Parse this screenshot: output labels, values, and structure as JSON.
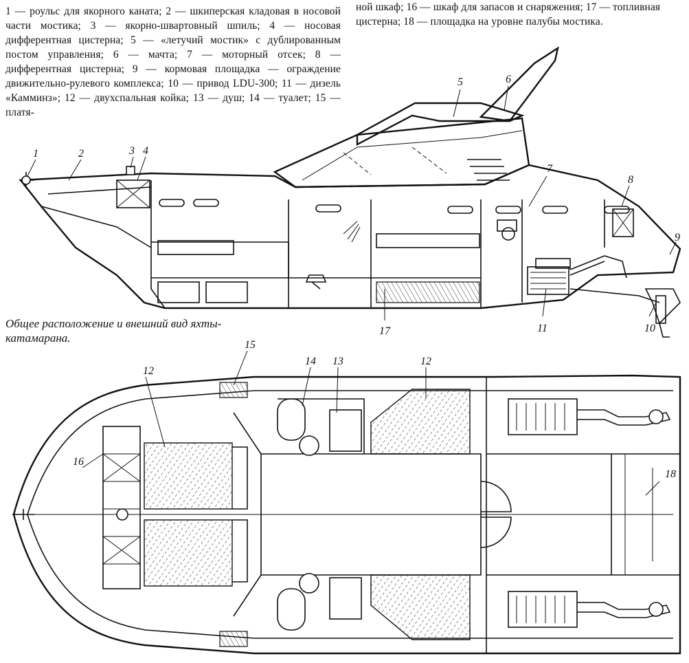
{
  "legend": {
    "left_text": "1 — роульс для якорного каната; 2 — шкиперская кладовая в носовой части мостика; 3 — якорно-швартовный шпиль; 4 — носовая дифферентная цистерна; 5 — «летучий мостик» с дублированным постом управления; 6 — мачта; 7 — моторный отсек; 8 — дифферентная цистерна; 9 — кормовая площадка — ограждение движительно-рулевого комплекса; 10 — привод LDU-300; 11 — дизель «Камминз»; 12 — двухспальная койка; 13 — душ; 14 — туалет; 15 — платя-",
    "right_text": "ной шкаф; 16 — шкаф для запасов и снаряжения; 17 — топливная цистерна; 18 — площадка на уровне палубы мостика."
  },
  "caption": "Общее расположение и внешний вид яхты-катамарана.",
  "callouts": {
    "c1": "1",
    "c2": "2",
    "c3": "3",
    "c4": "4",
    "c5": "5",
    "c6": "6",
    "c7": "7",
    "c8": "8",
    "c9": "9",
    "c10": "10",
    "c11": "11",
    "c12a": "12",
    "c12b": "12",
    "c13": "13",
    "c14": "14",
    "c15": "15",
    "c16": "16",
    "c17": "17",
    "c18": "18"
  }
}
